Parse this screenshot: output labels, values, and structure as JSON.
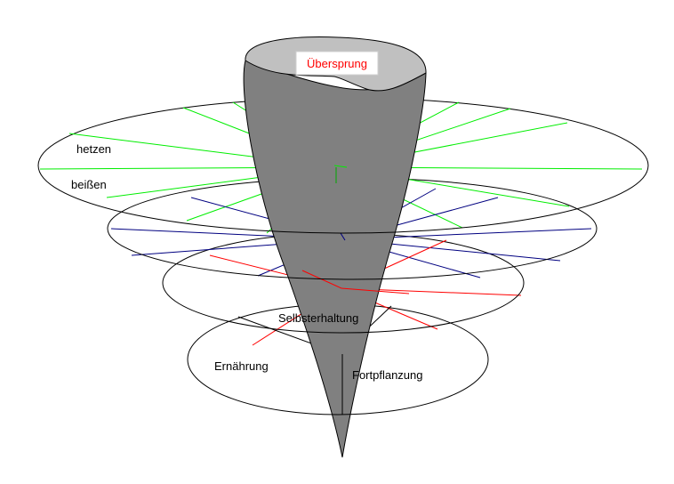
{
  "labels": {
    "top": "Übersprung",
    "level1_a": "hetzen",
    "level1_b": "beißen",
    "level4_center": "Selbsterhaltung",
    "level4_left": "Ernährung",
    "level4_right": "Fortpflanzung"
  },
  "colors": {
    "cone_body": "#808080",
    "cone_cap": "#c0c0c0",
    "outline": "#000000",
    "level1_lines": "#00ee00",
    "level2_lines": "#000080",
    "level3_lines": "#ff0000",
    "level4_lines": "#000000",
    "top_label": "#ff0000",
    "background": "#ffffff"
  }
}
